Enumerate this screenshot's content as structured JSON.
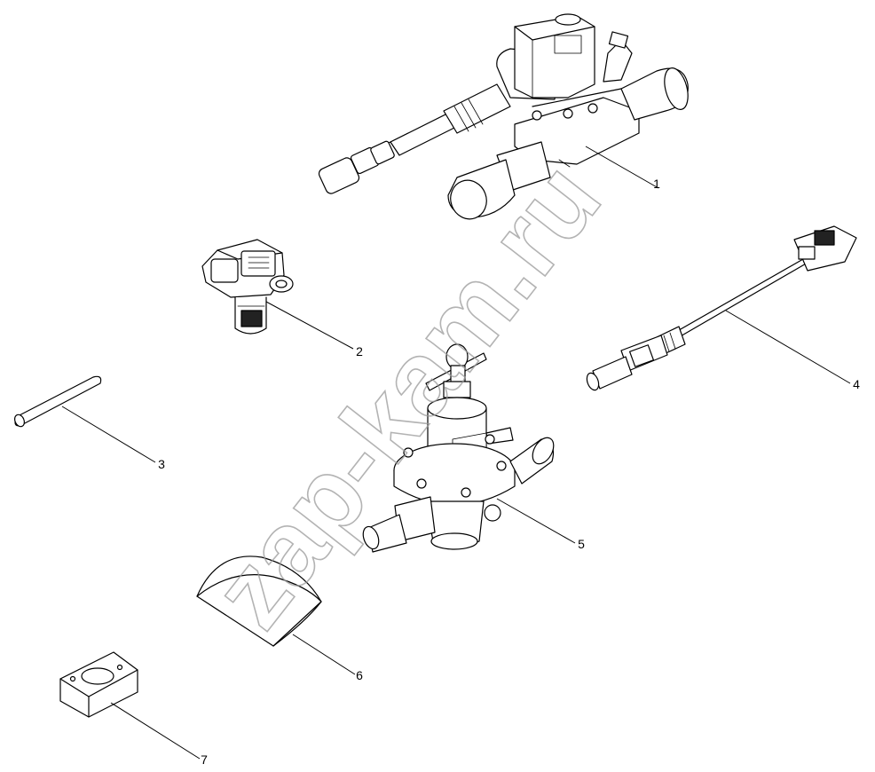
{
  "watermark": "zap-kam.ru",
  "callouts": {
    "p1": "1",
    "p2": "2",
    "p3": "3",
    "p4": "4",
    "p5": "5",
    "p6": "6",
    "p7": "7"
  }
}
